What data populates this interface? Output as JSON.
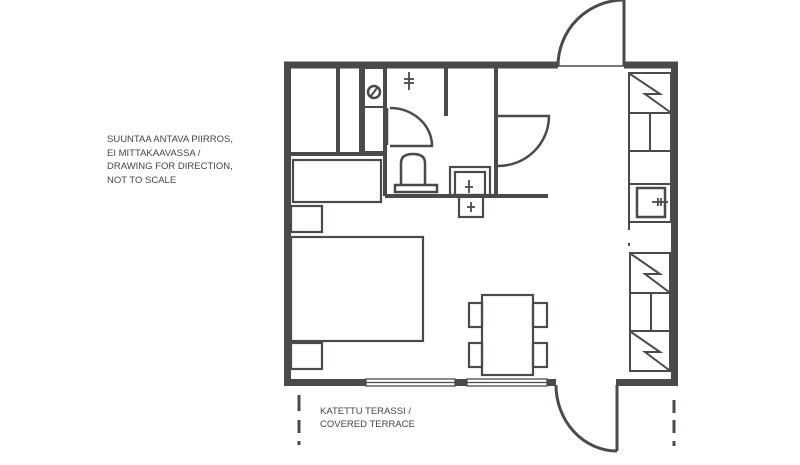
{
  "note": {
    "lines": [
      "SUUNTAA ANTAVA PIIRROS,",
      "EI MITTAKAAVASSA /",
      "DRAWING FOR DIRECTION,",
      "NOT TO SCALE"
    ]
  },
  "terrace": {
    "lines": [
      "KATETTU TERASSI /",
      "COVERED TERRACE"
    ]
  },
  "colors": {
    "wall": "#474b4e",
    "background": "#ffffff"
  },
  "rooms": [
    "sauna",
    "bathroom",
    "entrance",
    "kitchen",
    "bedroom-living",
    "covered-terrace"
  ],
  "furniture": [
    "double-bed",
    "nightstand-top",
    "nightstand-bottom",
    "dining-table",
    "chair-1",
    "chair-2",
    "chair-3",
    "chair-4",
    "toilet",
    "sink",
    "stove-top",
    "fridge",
    "kitchen-sink",
    "sofa-bench",
    "sauna-stove"
  ]
}
